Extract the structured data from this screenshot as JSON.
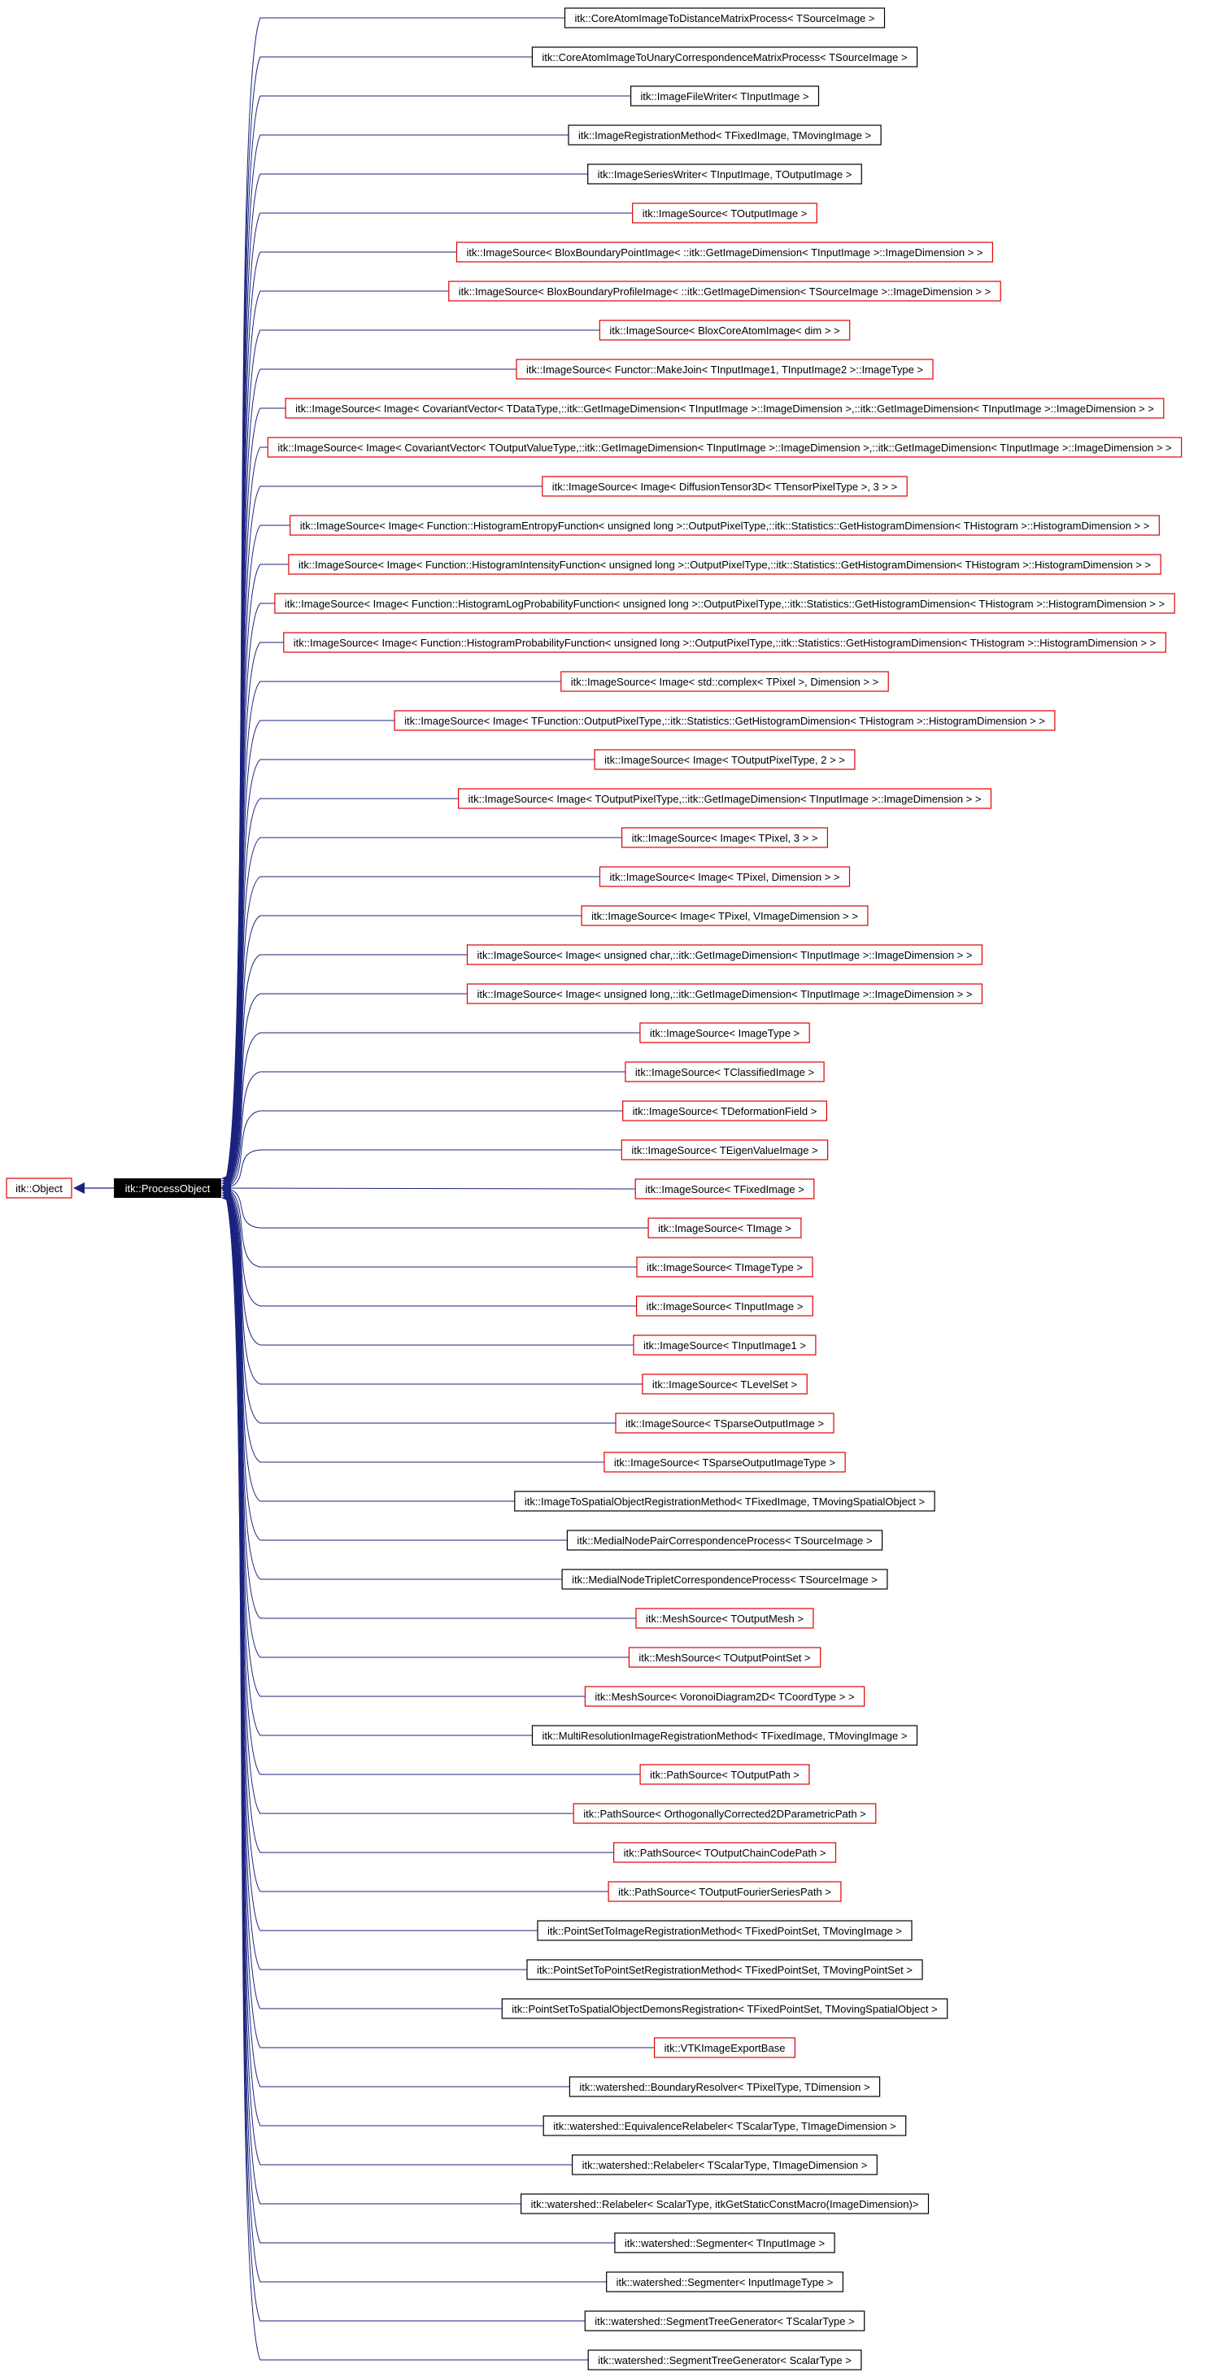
{
  "diagram": {
    "colors": {
      "edge": "#1a237e",
      "border_red": "#e00000",
      "border_black": "#000000",
      "focus_fill": "#000000",
      "focus_text": "#ffffff",
      "text": "#000000"
    },
    "base_node": {
      "label": "itk::Object",
      "border": "red"
    },
    "focus_node": {
      "label": "itk::ProcessObject"
    },
    "derived": [
      {
        "label": "itk::CoreAtomImageToDistanceMatrixProcess< TSourceImage >",
        "border": "black"
      },
      {
        "label": "itk::CoreAtomImageToUnaryCorrespondenceMatrixProcess< TSourceImage >",
        "border": "black"
      },
      {
        "label": "itk::ImageFileWriter< TInputImage >",
        "border": "black"
      },
      {
        "label": "itk::ImageRegistrationMethod< TFixedImage, TMovingImage >",
        "border": "black"
      },
      {
        "label": "itk::ImageSeriesWriter< TInputImage, TOutputImage >",
        "border": "black"
      },
      {
        "label": "itk::ImageSource< TOutputImage >",
        "border": "red"
      },
      {
        "label": "itk::ImageSource< BloxBoundaryPointImage< ::itk::GetImageDimension< TInputImage >::ImageDimension > >",
        "border": "red"
      },
      {
        "label": "itk::ImageSource< BloxBoundaryProfileImage< ::itk::GetImageDimension< TSourceImage >::ImageDimension > >",
        "border": "red"
      },
      {
        "label": "itk::ImageSource< BloxCoreAtomImage< dim > >",
        "border": "red"
      },
      {
        "label": "itk::ImageSource< Functor::MakeJoin< TInputImage1, TInputImage2 >::ImageType >",
        "border": "red"
      },
      {
        "label": "itk::ImageSource< Image< CovariantVector< TDataType,::itk::GetImageDimension< TInputImage >::ImageDimension >,::itk::GetImageDimension< TInputImage >::ImageDimension > >",
        "border": "red"
      },
      {
        "label": "itk::ImageSource< Image< CovariantVector< TOutputValueType,::itk::GetImageDimension< TInputImage >::ImageDimension >,::itk::GetImageDimension< TInputImage >::ImageDimension > >",
        "border": "red"
      },
      {
        "label": "itk::ImageSource< Image< DiffusionTensor3D< TTensorPixelType >, 3 > >",
        "border": "red"
      },
      {
        "label": "itk::ImageSource< Image< Function::HistogramEntropyFunction< unsigned long >::OutputPixelType,::itk::Statistics::GetHistogramDimension< THistogram >::HistogramDimension > >",
        "border": "red"
      },
      {
        "label": "itk::ImageSource< Image< Function::HistogramIntensityFunction< unsigned long >::OutputPixelType,::itk::Statistics::GetHistogramDimension< THistogram >::HistogramDimension > >",
        "border": "red"
      },
      {
        "label": "itk::ImageSource< Image< Function::HistogramLogProbabilityFunction< unsigned long >::OutputPixelType,::itk::Statistics::GetHistogramDimension< THistogram >::HistogramDimension > >",
        "border": "red"
      },
      {
        "label": "itk::ImageSource< Image< Function::HistogramProbabilityFunction< unsigned long >::OutputPixelType,::itk::Statistics::GetHistogramDimension< THistogram >::HistogramDimension > >",
        "border": "red"
      },
      {
        "label": "itk::ImageSource< Image< std::complex< TPixel >, Dimension > >",
        "border": "red"
      },
      {
        "label": "itk::ImageSource< Image< TFunction::OutputPixelType,::itk::Statistics::GetHistogramDimension< THistogram >::HistogramDimension > >",
        "border": "red"
      },
      {
        "label": "itk::ImageSource< Image< TOutputPixelType, 2 > >",
        "border": "red"
      },
      {
        "label": "itk::ImageSource< Image< TOutputPixelType,::itk::GetImageDimension< TInputImage >::ImageDimension > >",
        "border": "red"
      },
      {
        "label": "itk::ImageSource< Image< TPixel, 3 > >",
        "border": "red"
      },
      {
        "label": "itk::ImageSource< Image< TPixel, Dimension > >",
        "border": "red"
      },
      {
        "label": "itk::ImageSource< Image< TPixel, VImageDimension > >",
        "border": "red"
      },
      {
        "label": "itk::ImageSource< Image< unsigned char,::itk::GetImageDimension< TInputImage >::ImageDimension > >",
        "border": "red"
      },
      {
        "label": "itk::ImageSource< Image< unsigned long,::itk::GetImageDimension< TInputImage >::ImageDimension > >",
        "border": "red"
      },
      {
        "label": "itk::ImageSource< ImageType >",
        "border": "red"
      },
      {
        "label": "itk::ImageSource< TClassifiedImage >",
        "border": "red"
      },
      {
        "label": "itk::ImageSource< TDeformationField >",
        "border": "red"
      },
      {
        "label": "itk::ImageSource< TEigenValueImage >",
        "border": "red"
      },
      {
        "label": "itk::ImageSource< TFixedImage >",
        "border": "red"
      },
      {
        "label": "itk::ImageSource< TImage >",
        "border": "red"
      },
      {
        "label": "itk::ImageSource< TImageType >",
        "border": "red"
      },
      {
        "label": "itk::ImageSource< TInputImage >",
        "border": "red"
      },
      {
        "label": "itk::ImageSource< TInputImage1 >",
        "border": "red"
      },
      {
        "label": "itk::ImageSource< TLevelSet >",
        "border": "red"
      },
      {
        "label": "itk::ImageSource< TSparseOutputImage >",
        "border": "red"
      },
      {
        "label": "itk::ImageSource< TSparseOutputImageType >",
        "border": "red"
      },
      {
        "label": "itk::ImageToSpatialObjectRegistrationMethod< TFixedImage, TMovingSpatialObject >",
        "border": "black"
      },
      {
        "label": "itk::MedialNodePairCorrespondenceProcess< TSourceImage >",
        "border": "black"
      },
      {
        "label": "itk::MedialNodeTripletCorrespondenceProcess< TSourceImage >",
        "border": "black"
      },
      {
        "label": "itk::MeshSource< TOutputMesh >",
        "border": "red"
      },
      {
        "label": "itk::MeshSource< TOutputPointSet >",
        "border": "red"
      },
      {
        "label": "itk::MeshSource< VoronoiDiagram2D< TCoordType > >",
        "border": "red"
      },
      {
        "label": "itk::MultiResolutionImageRegistrationMethod< TFixedImage, TMovingImage >",
        "border": "black"
      },
      {
        "label": "itk::PathSource< TOutputPath >",
        "border": "red"
      },
      {
        "label": "itk::PathSource< OrthogonallyCorrected2DParametricPath >",
        "border": "red"
      },
      {
        "label": "itk::PathSource< TOutputChainCodePath >",
        "border": "red"
      },
      {
        "label": "itk::PathSource< TOutputFourierSeriesPath >",
        "border": "red"
      },
      {
        "label": "itk::PointSetToImageRegistrationMethod< TFixedPointSet, TMovingImage >",
        "border": "black"
      },
      {
        "label": "itk::PointSetToPointSetRegistrationMethod< TFixedPointSet, TMovingPointSet >",
        "border": "black"
      },
      {
        "label": "itk::PointSetToSpatialObjectDemonsRegistration< TFixedPointSet, TMovingSpatialObject >",
        "border": "black"
      },
      {
        "label": "itk::VTKImageExportBase",
        "border": "red"
      },
      {
        "label": "itk::watershed::BoundaryResolver< TPixelType, TDimension >",
        "border": "black"
      },
      {
        "label": "itk::watershed::EquivalenceRelabeler< TScalarType, TImageDimension >",
        "border": "black"
      },
      {
        "label": "itk::watershed::Relabeler< TScalarType, TImageDimension >",
        "border": "black"
      },
      {
        "label": "itk::watershed::Relabeler< ScalarType, itkGetStaticConstMacro(ImageDimension)>",
        "border": "black"
      },
      {
        "label": "itk::watershed::Segmenter< TInputImage >",
        "border": "black"
      },
      {
        "label": "itk::watershed::Segmenter< InputImageType >",
        "border": "black"
      },
      {
        "label": "itk::watershed::SegmentTreeGenerator< TScalarType >",
        "border": "black"
      },
      {
        "label": "itk::watershed::SegmentTreeGenerator< ScalarType >",
        "border": "black"
      }
    ]
  }
}
